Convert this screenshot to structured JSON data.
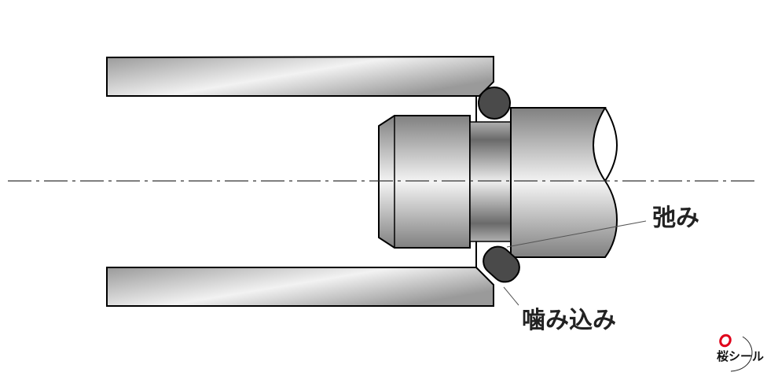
{
  "labels": {
    "slack": "弛み",
    "bite": "噛み込み"
  },
  "logo": {
    "text": "桜シール",
    "accent": "#e0001a"
  },
  "colors": {
    "oring": "#4a4a4a",
    "outline": "#000000"
  }
}
